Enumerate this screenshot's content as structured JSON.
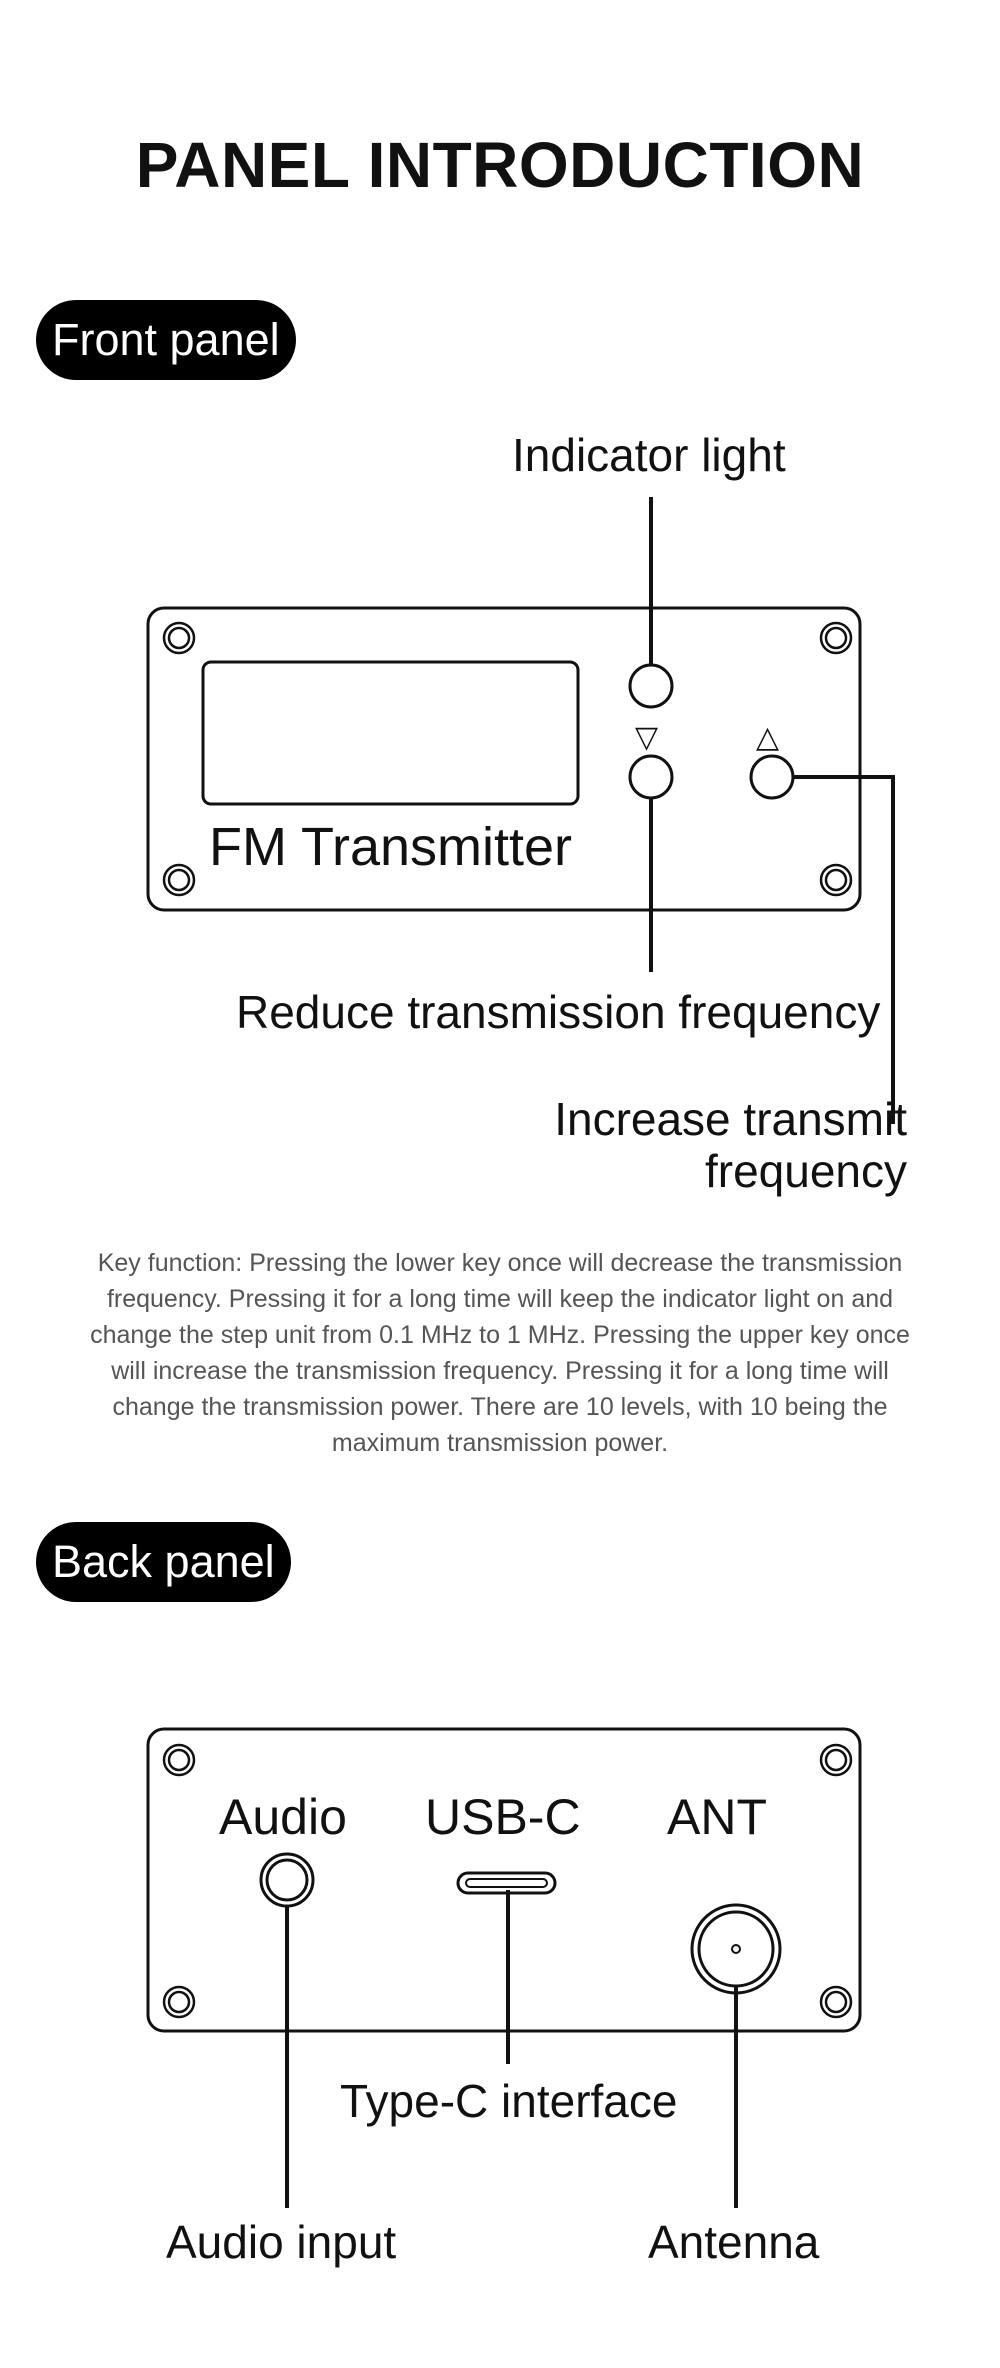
{
  "title": "PANEL INTRODUCTION",
  "front": {
    "section_label": "Front panel",
    "device_label": "FM Transmitter",
    "indicator_label": "Indicator light",
    "reduce_label": "Reduce transmission frequency",
    "increase_label_line1": "Increase transmit",
    "increase_label_line2": "frequency",
    "down_arrow": "▽",
    "up_arrow": "△"
  },
  "description": "Key function: Pressing the lower key once will decrease the transmission frequency. Pressing it for a long time will keep the indicator light on and change the step unit from 0.1 MHz to 1 MHz. Pressing the upper key once will increase the transmission frequency. Pressing it for a long time will change the transmission power. There are 10 levels, with 10 being the maximum transmission power.",
  "back": {
    "section_label": "Back panel",
    "audio_label": "Audio",
    "usbc_label": "USB-C",
    "ant_label": "ANT",
    "typec_caption": "Type-C interface",
    "audio_caption": "Audio input",
    "antenna_caption": "Antenna"
  }
}
